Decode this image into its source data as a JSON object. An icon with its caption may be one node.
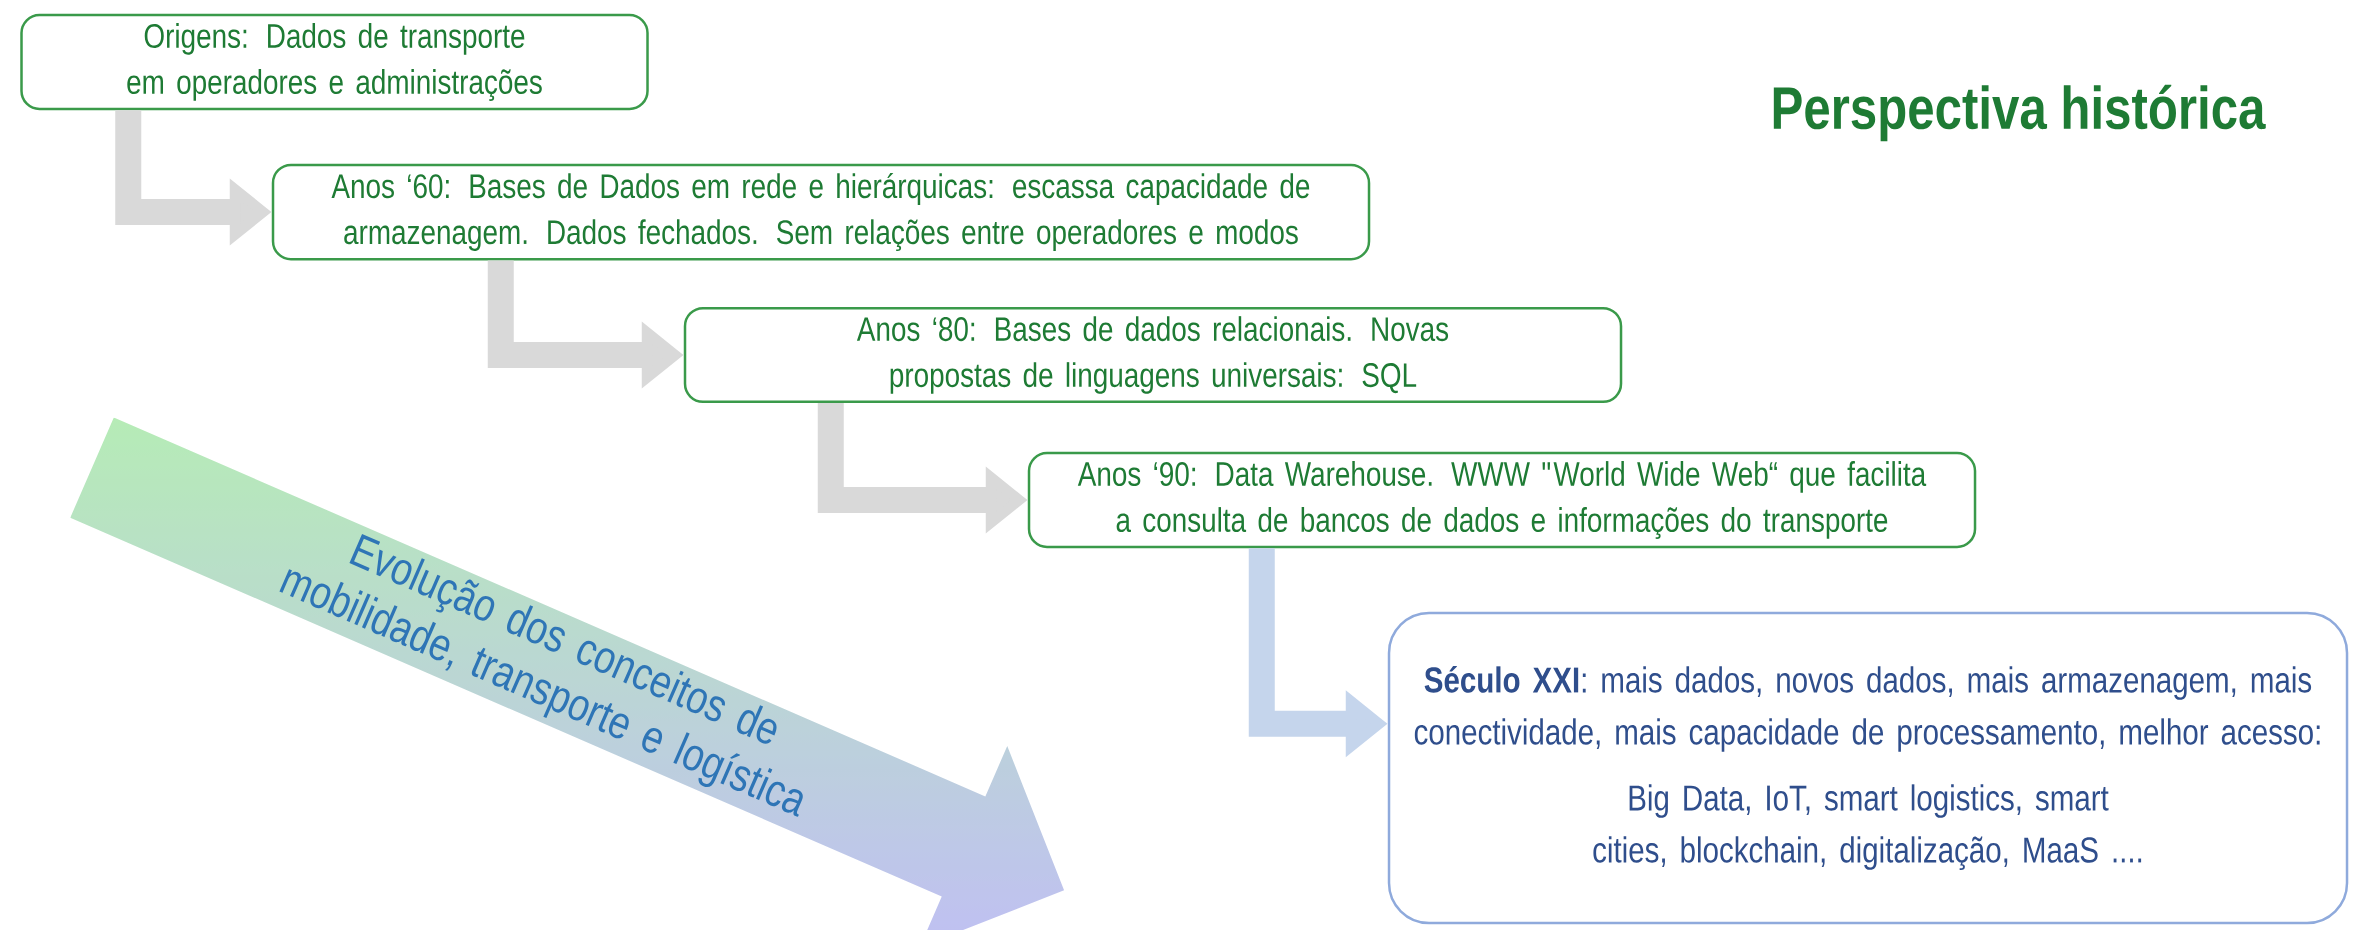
{
  "diagram": {
    "title": "Perspectiva histórica",
    "nodes": [
      {
        "text": [
          "Origens: Dados de transporte em operadores e administrações"
        ]
      },
      {
        "text": [
          "Anos ‘60: Bases de Dados em rede e hierárquicas: escassa capacidade de armazenagem. Dados fechados. Sem relações entre operadores e modos"
        ]
      },
      {
        "text": [
          "Anos ‘80: Bases de dados relacionais. Novas propostas de linguagens universais: SQL"
        ]
      },
      {
        "text": [
          "Anos ‘90:  Data Warehouse. WWW \"World Wide Web“ que facilita a consulta de bancos de dados e informações do transporte"
        ]
      },
      {
        "text": [
          "**Século XXI**: mais dados, novos dados, mais armazenagem, mais conectividade, mais capacidade de processamento, melhor acesso:",
          "Big Data, IoT, smart logistics, smart cities, blockchain, digitalização, MaaS ...."
        ]
      },
      {
        "text": [
          "Evolução dos conceitos de mobilidade, transporte e logística"
        ]
      }
    ],
    "edges": [
      {
        "from": 0,
        "to": 1,
        "arrow": "to"
      },
      {
        "from": 1,
        "to": 2,
        "arrow": "to"
      },
      {
        "from": 2,
        "to": 3,
        "arrow": "to"
      },
      {
        "from": 3,
        "to": 4,
        "arrow": "to",
        "color": "#c5d5ec"
      }
    ]
  }
}
